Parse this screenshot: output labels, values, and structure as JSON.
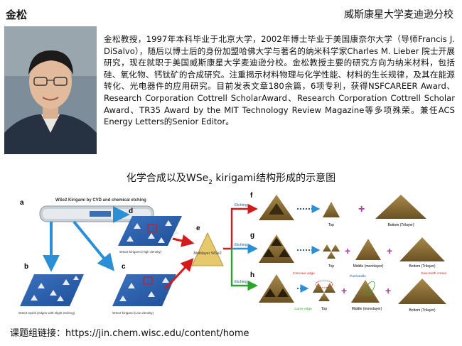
{
  "header": {
    "name": "金松",
    "school": "威斯康星大学麦迪逊分校"
  },
  "bio": "金松教授，1997年本科毕业于北京大学，2002年博士毕业于美国康奈尔大学（导师Francis J. DiSalvo），随后以博士后的身份加盟哈佛大学与著名的纳米科学家Charles M. Lieber 院士开展研究，现在就职于美国威斯康星大学麦迪逊分校。金松教授主要的研究方向为纳米材料，包括硅、氧化物、钙钛矿的合成研究。注重揭示材料物理与化学性能、材料的生长规律，及其在能源转化、光电器件的应用研究。目前发表文章180余篇，6项专利，获得NSFCAREER Award、Research Corporation Cottrell ScholarAward、Research Corporation Cottrell Scholar Award、TR35 Award by the MIT Technology Review Magazine等多项殊荣。兼任ACS Energy Letters的Senior Editor。",
  "caption": {
    "prefix": "化学合成以及WSe",
    "sub": "2",
    "suffix": " kirigami结构形成的示意图"
  },
  "figure": {
    "panel_a": "a",
    "panel_b": "b",
    "panel_c": "c",
    "panel_d": "d",
    "panel_e": "e",
    "panel_f": "f",
    "panel_g": "g",
    "panel_h": "h",
    "title": "WSe2 Kirigami by CVD and chemical etching",
    "label_b": "WSe2 spiral (edges with slight etching)",
    "label_c": "WSe2 kirigami (Low density)",
    "label_d": "WSe2 kirigami (High density)",
    "label_e": "Multilayer WSe2",
    "etching": "Etching",
    "top": "Top",
    "middle": "Middle (monolayer)",
    "bottom": "Bottom (Trilayer)",
    "concave_edge": "Concave edge",
    "panhandle": "Panhandle",
    "sawtooth": "Saw-tooth corner",
    "curve_edge": "Curve edge"
  },
  "footer": "课题组链接：https://jin.chem.wisc.edu/content/home"
}
